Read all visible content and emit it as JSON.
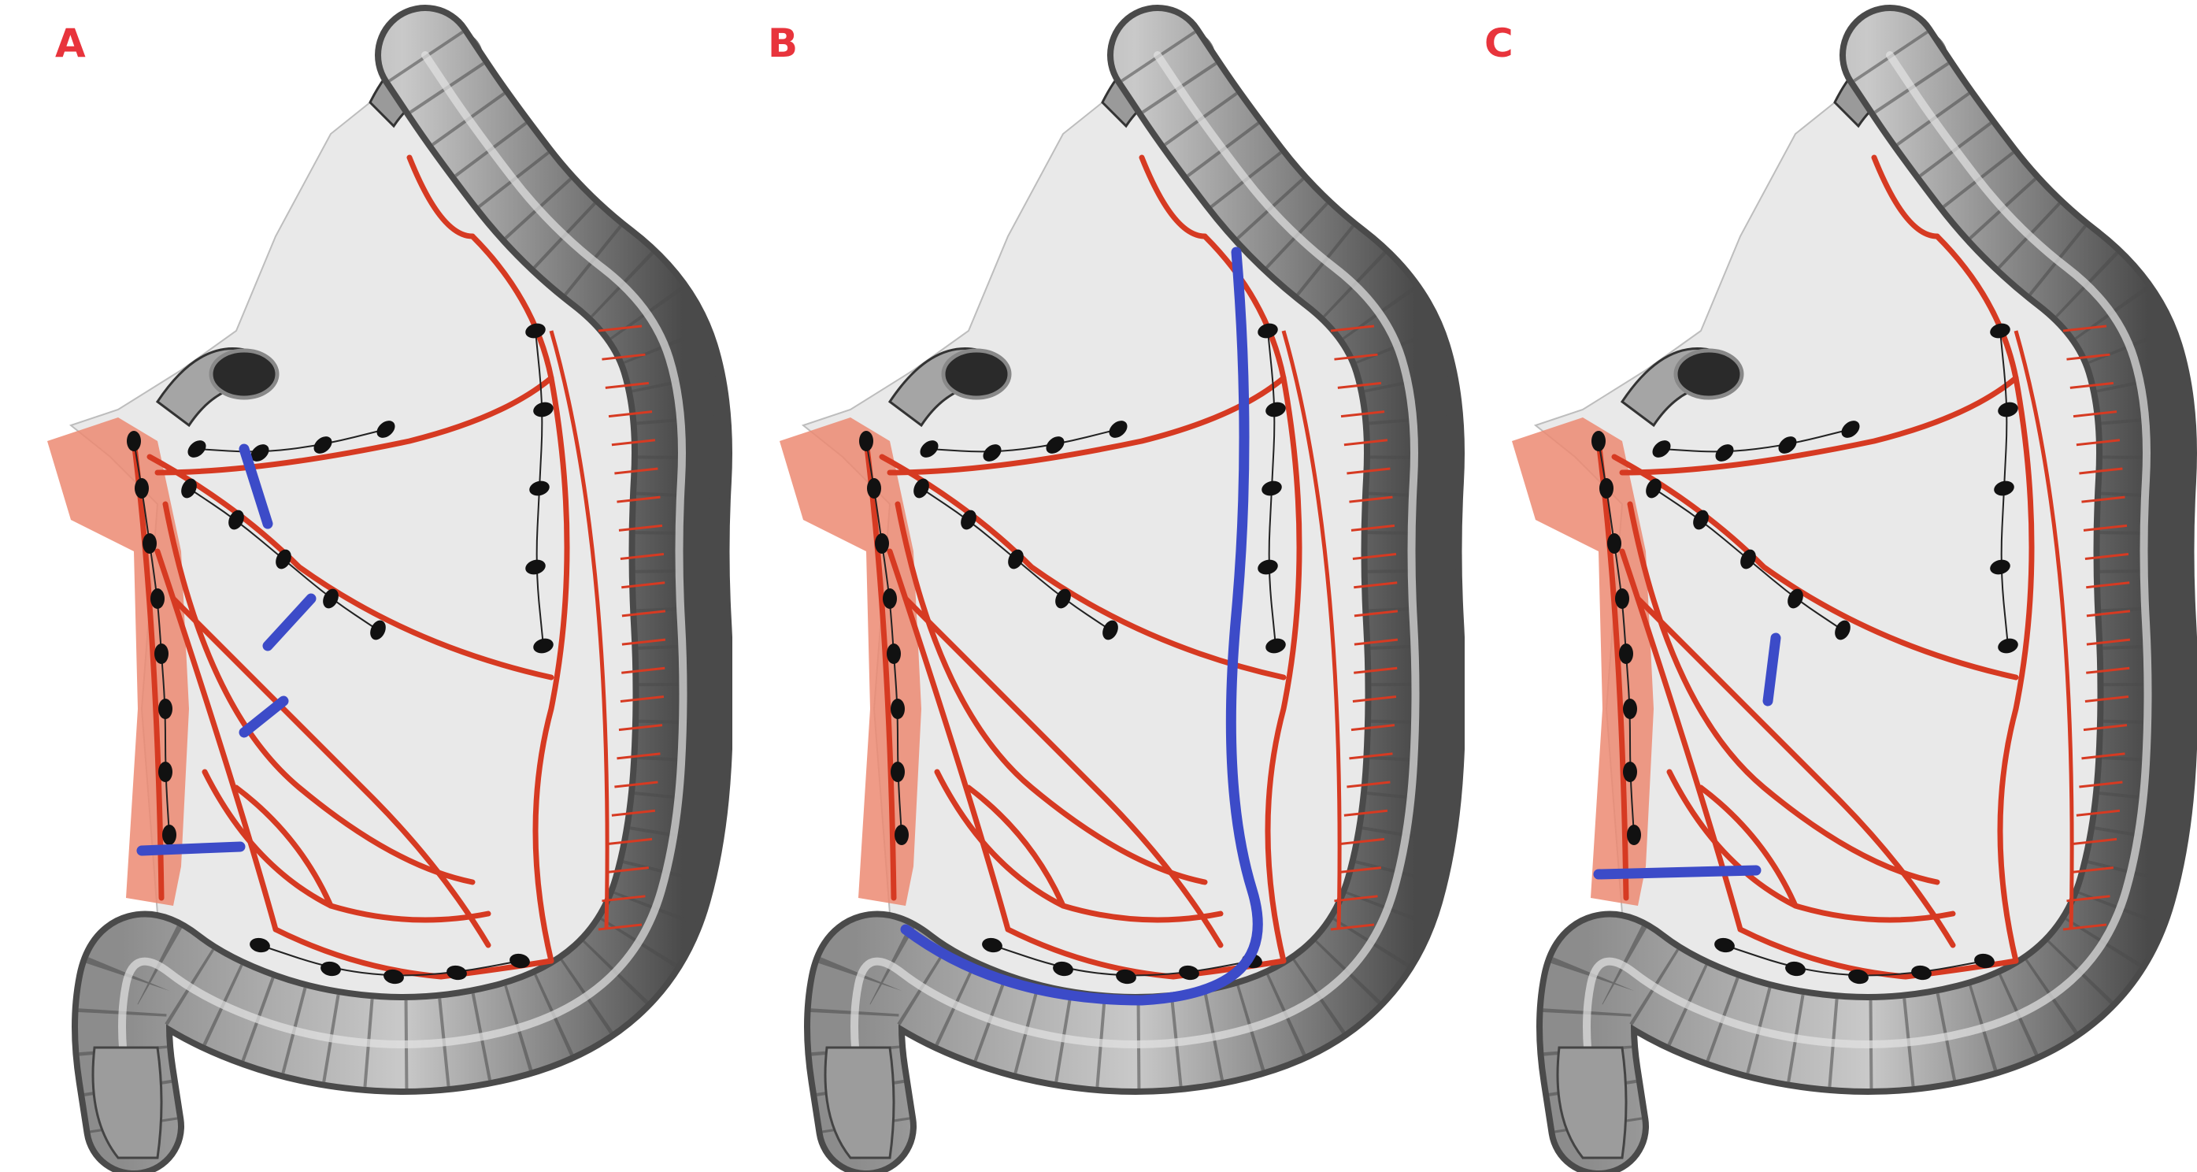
{
  "panels": [
    {
      "label": "A"
    },
    {
      "label": "B"
    },
    {
      "label": "C"
    }
  ],
  "colors": {
    "artery": "#d63a22",
    "artery_light": "#ec8a72",
    "lymph_node": "#111111",
    "lymph_vessel": "#222222",
    "colon_dark": "#4a4a4a",
    "colon_mid": "#8c8c8c",
    "colon_light": "#c9c9c9",
    "mesentery": "#e9e9e9",
    "resection_line": "#3c4bc8",
    "label": "#e8343c"
  },
  "icons": {
    "colon": "colon-illustration",
    "artery": "mesenteric-artery-tree",
    "lymph": "lymph-node-chain",
    "cut": "resection-line-marker"
  }
}
